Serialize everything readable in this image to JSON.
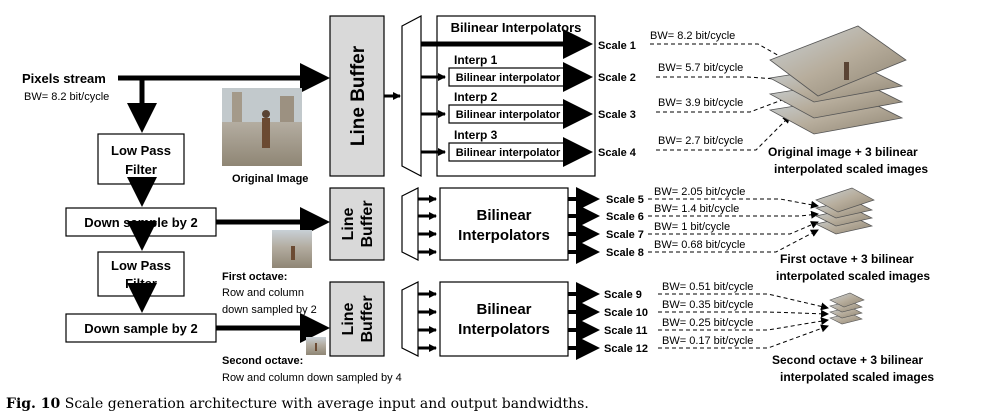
{
  "input": {
    "label": "Pixels stream",
    "bw": "BW= 8.2 bit/cycle"
  },
  "boxes": {
    "lpf1": [
      "Low Pass",
      "Filter"
    ],
    "down1": "Down sample by 2",
    "lpf2": [
      "Low Pass",
      "Filter"
    ],
    "down2": "Down sample by 2",
    "line_buffer": "Line Buffer",
    "line_buffer_small": [
      "Line",
      "Buffer"
    ]
  },
  "stage1": {
    "title": "Bilinear Interpolators",
    "interps": [
      {
        "name": "Interp 1",
        "box": "Bilinear interpolator"
      },
      {
        "name": "Interp 2",
        "box": "Bilinear interpolator"
      },
      {
        "name": "Interp 3",
        "box": "Bilinear interpolator"
      }
    ],
    "outputs": [
      {
        "scale": "Scale 1",
        "bw": "BW= 8.2 bit/cycle"
      },
      {
        "scale": "Scale 2",
        "bw": "BW= 5.7 bit/cycle"
      },
      {
        "scale": "Scale 3",
        "bw": "BW= 3.9 bit/cycle"
      },
      {
        "scale": "Scale 4",
        "bw": "BW= 2.7 bit/cycle"
      }
    ],
    "result": [
      "Original image + 3 bilinear",
      "interpolated scaled images"
    ]
  },
  "stage2": {
    "title": [
      "Bilinear",
      "Interpolators"
    ],
    "outputs": [
      {
        "scale": "Scale 5",
        "bw": "BW= 2.05 bit/cycle"
      },
      {
        "scale": "Scale 6",
        "bw": "BW= 1.4 bit/cycle"
      },
      {
        "scale": "Scale 7",
        "bw": "BW= 1 bit/cycle"
      },
      {
        "scale": "Scale 8",
        "bw": "BW= 0.68 bit/cycle"
      }
    ],
    "result": [
      "First octave + 3 bilinear",
      "interpolated scaled images"
    ]
  },
  "stage3": {
    "title": [
      "Bilinear",
      "Interpolators"
    ],
    "outputs": [
      {
        "scale": "Scale 9",
        "bw": "BW= 0.51 bit/cycle"
      },
      {
        "scale": "Scale 10",
        "bw": "BW= 0.35 bit/cycle"
      },
      {
        "scale": "Scale 11",
        "bw": "BW= 0.25 bit/cycle"
      },
      {
        "scale": "Scale 12",
        "bw": "BW= 0.17 bit/cycle"
      }
    ],
    "result": [
      "Second octave + 3 bilinear",
      "interpolated scaled images"
    ]
  },
  "photos": {
    "original": "Original Image",
    "first_octave": [
      "First octave:",
      "Row and column",
      "down sampled by 2"
    ],
    "second_octave": [
      "Second octave:",
      "Row and column down sampled by 4"
    ]
  },
  "caption": {
    "label": "Fig. 10",
    "text": "Scale generation architecture with average input and output bandwidths."
  },
  "colors": {
    "box_fill": "#d9d9d9",
    "photo_sky": "#b9c4cc",
    "photo_ground": "#a89a86"
  }
}
